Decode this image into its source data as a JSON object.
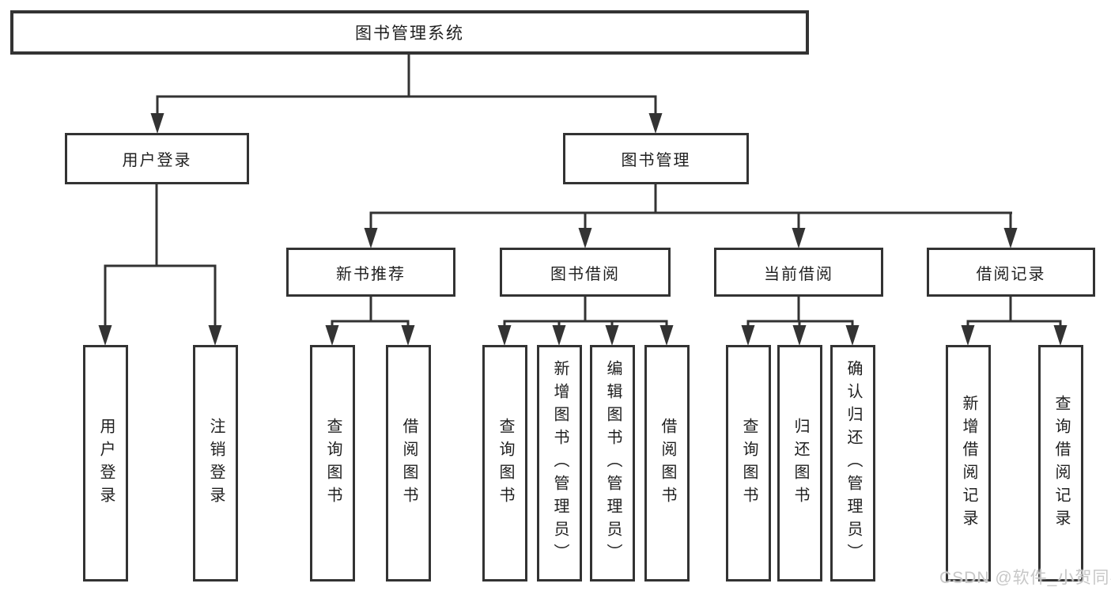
{
  "tree": {
    "root": {
      "label": "图书管理系统"
    },
    "branches": [
      {
        "label": "用户登录",
        "leaves": [
          {
            "label": "用户登录"
          },
          {
            "label": "注销登录"
          }
        ]
      },
      {
        "label": "图书管理",
        "children": [
          {
            "label": "新书推荐",
            "leaves": [
              {
                "label": "查询图书"
              },
              {
                "label": "借阅图书"
              }
            ]
          },
          {
            "label": "图书借阅",
            "leaves": [
              {
                "label": "查询图书"
              },
              {
                "label": "新增图书（管理员）"
              },
              {
                "label": "编辑图书（管理员）"
              },
              {
                "label": "借阅图书"
              }
            ]
          },
          {
            "label": "当前借阅",
            "leaves": [
              {
                "label": "查询图书"
              },
              {
                "label": "归还图书"
              },
              {
                "label": "确认归还（管理员）"
              }
            ]
          },
          {
            "label": "借阅记录",
            "leaves": [
              {
                "label": "新增借阅记录"
              },
              {
                "label": "查询借阅记录"
              }
            ]
          }
        ]
      }
    ]
  },
  "watermark": {
    "text": "CSDN @软件_小贺同学",
    "color": "#c7c7c7"
  },
  "colors": {
    "line": "#333333",
    "text": "#1f1f1f",
    "background": "#ffffff"
  }
}
